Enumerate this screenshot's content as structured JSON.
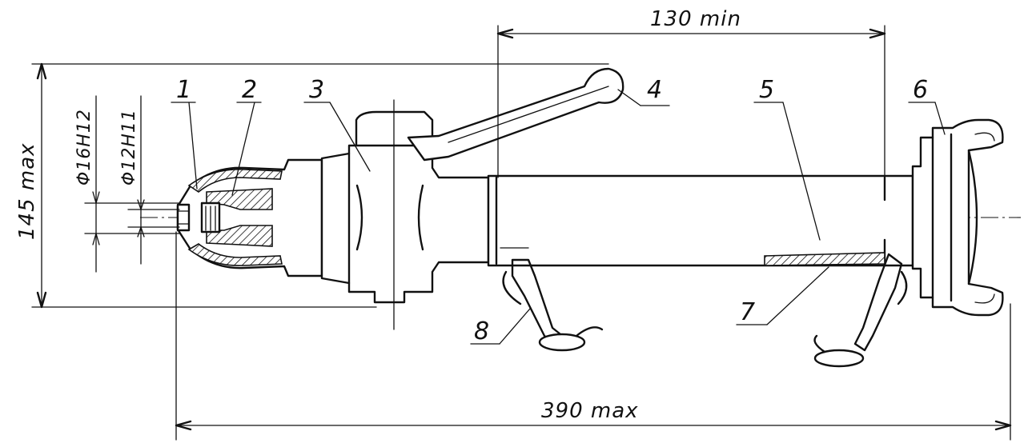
{
  "drawing": {
    "callouts": [
      "1",
      "2",
      "3",
      "4",
      "5",
      "6",
      "7",
      "8"
    ],
    "dimensions": {
      "top": "130 min",
      "bottom": "390 max",
      "left_height": "145 max",
      "diameter_outer": "Φ16H12",
      "diameter_inner": "Φ12H11"
    }
  }
}
